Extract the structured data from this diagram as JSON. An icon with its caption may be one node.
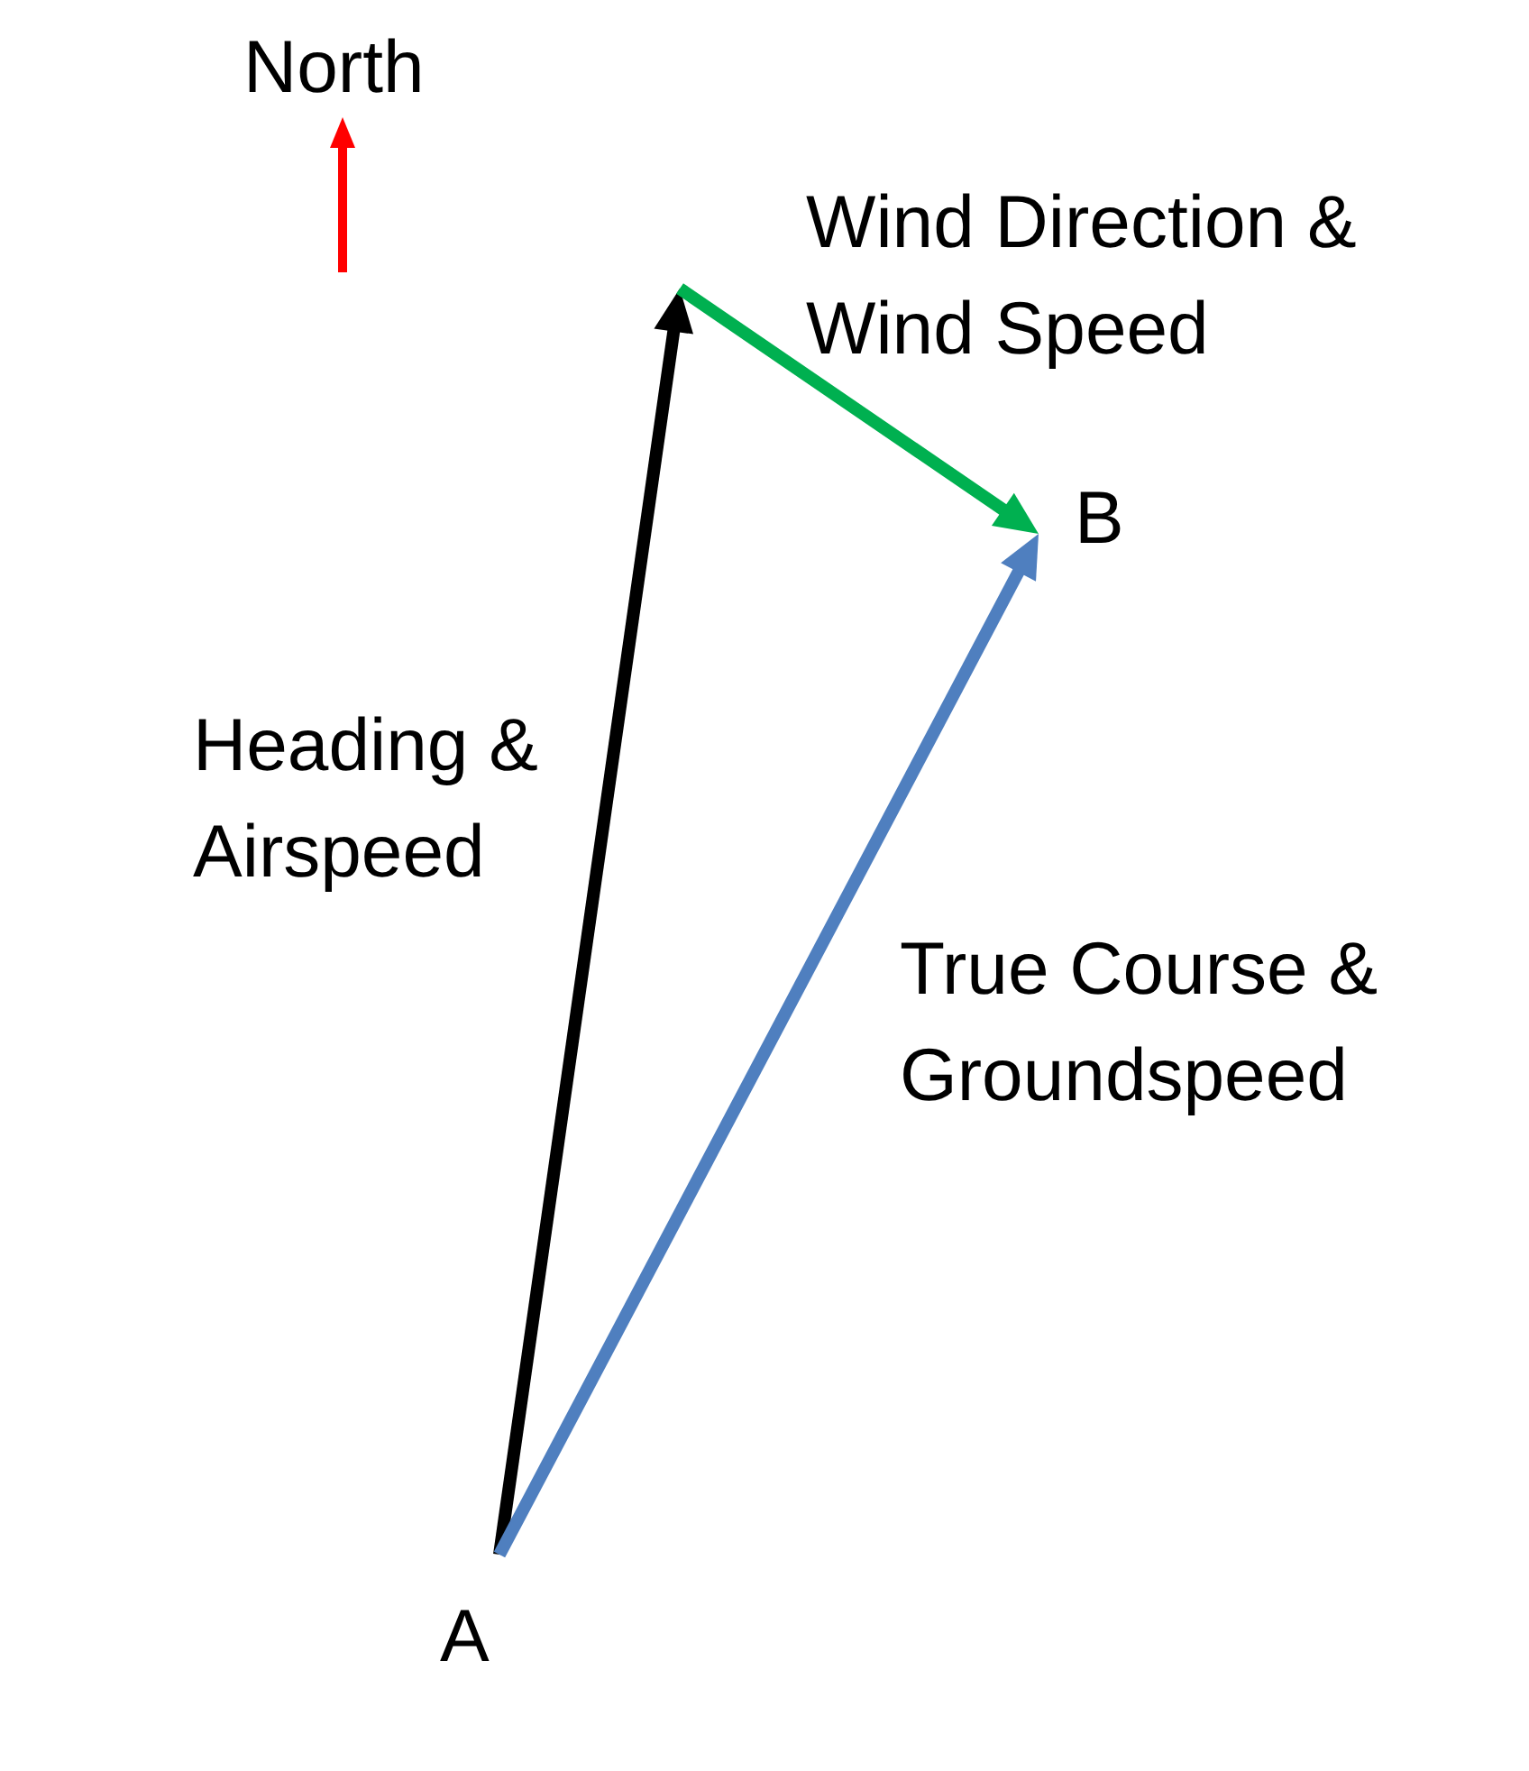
{
  "diagram": {
    "nodes": [
      {
        "text": [
          "A"
        ]
      },
      {
        "text": [
          "B"
        ]
      }
    ],
    "edges": [
      {
        "from": 0,
        "to": null,
        "arrow": "to",
        "label": "Heading & Airspeed",
        "color": "#000000"
      },
      {
        "from": null,
        "to": 1,
        "arrow": "to",
        "label": "Wind Direction & Wind Speed",
        "color": "#00b050"
      },
      {
        "from": 0,
        "to": 1,
        "arrow": "to",
        "label": "True Course & Groundspeed",
        "color": "#4f7fbf"
      }
    ],
    "labels": [
      "North"
    ]
  }
}
